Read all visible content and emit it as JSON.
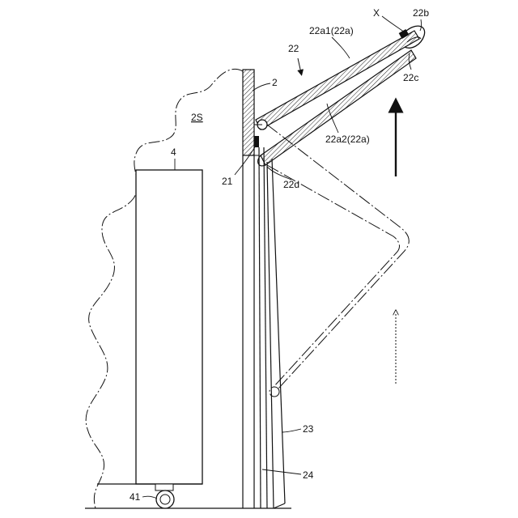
{
  "figure": {
    "labels": {
      "space": "2S",
      "wall": "2",
      "hood": "22",
      "upper_plate": "22a1(22a)",
      "lower_plate": "22a2(22a)",
      "tip": "22b",
      "tip_part": "22c",
      "hinge": "22d",
      "point_x": "X",
      "bracket": "21",
      "cabinet": "4",
      "caster": "41",
      "panel_outer": "23",
      "panel_inner": "24"
    },
    "colors": {
      "line": "#111111",
      "hatch": "#222222",
      "background": "#ffffff"
    }
  }
}
